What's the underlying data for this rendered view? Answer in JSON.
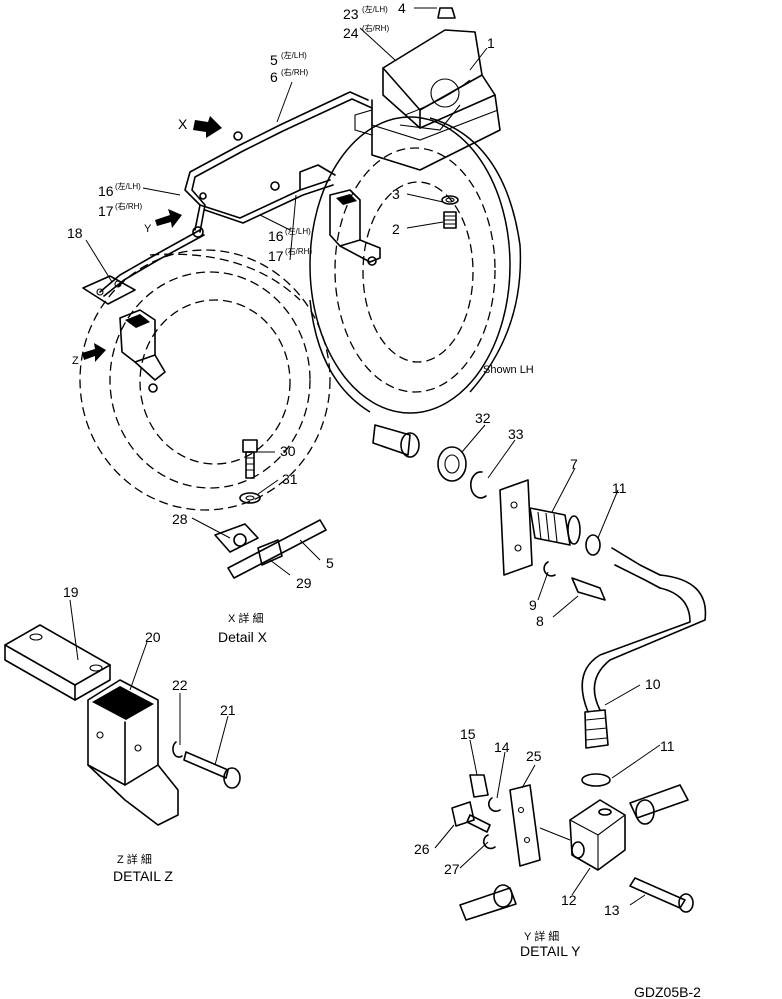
{
  "callouts": {
    "c1": "1",
    "c2": "2",
    "c3": "3",
    "c4": "4",
    "c5a": "5",
    "c5a_sub": "(左/LH)",
    "c6": "6",
    "c6_sub": "(右/RH)",
    "c5b": "5",
    "c7": "7",
    "c8": "8",
    "c9": "9",
    "c10": "10",
    "c11a": "11",
    "c11b": "11",
    "c12": "12",
    "c13": "13",
    "c14": "14",
    "c15": "15",
    "c16a": "16",
    "c16a_sub": "(左/LH)",
    "c17a": "17",
    "c17a_sub": "(右/RH)",
    "c16b": "16",
    "c16b_sub": "(左/LH)",
    "c17b": "17",
    "c17b_sub": "(右/RH)",
    "c18": "18",
    "c19": "19",
    "c20": "20",
    "c21": "21",
    "c22": "22",
    "c23": "23",
    "c23_sub": "(左/LH)",
    "c24": "24",
    "c24_sub": "(右/RH)",
    "c25": "25",
    "c26": "26",
    "c27": "27",
    "c28": "28",
    "c29": "29",
    "c30": "30",
    "c31": "31",
    "c32": "32",
    "c33": "33"
  },
  "view_markers": {
    "x": "X",
    "y": "Y",
    "z": "Z"
  },
  "captions": {
    "shown": "Shown  LH",
    "detail_x_jp": "X 詳  細",
    "detail_x_en": "Detail  X",
    "detail_y_jp": "Y 詳  細",
    "detail_y_en": "DETAIL  Y",
    "detail_z_jp": "Z 詳  細",
    "detail_z_en": "DETAIL  Z"
  },
  "drawing_id": "GDZ05B-2"
}
